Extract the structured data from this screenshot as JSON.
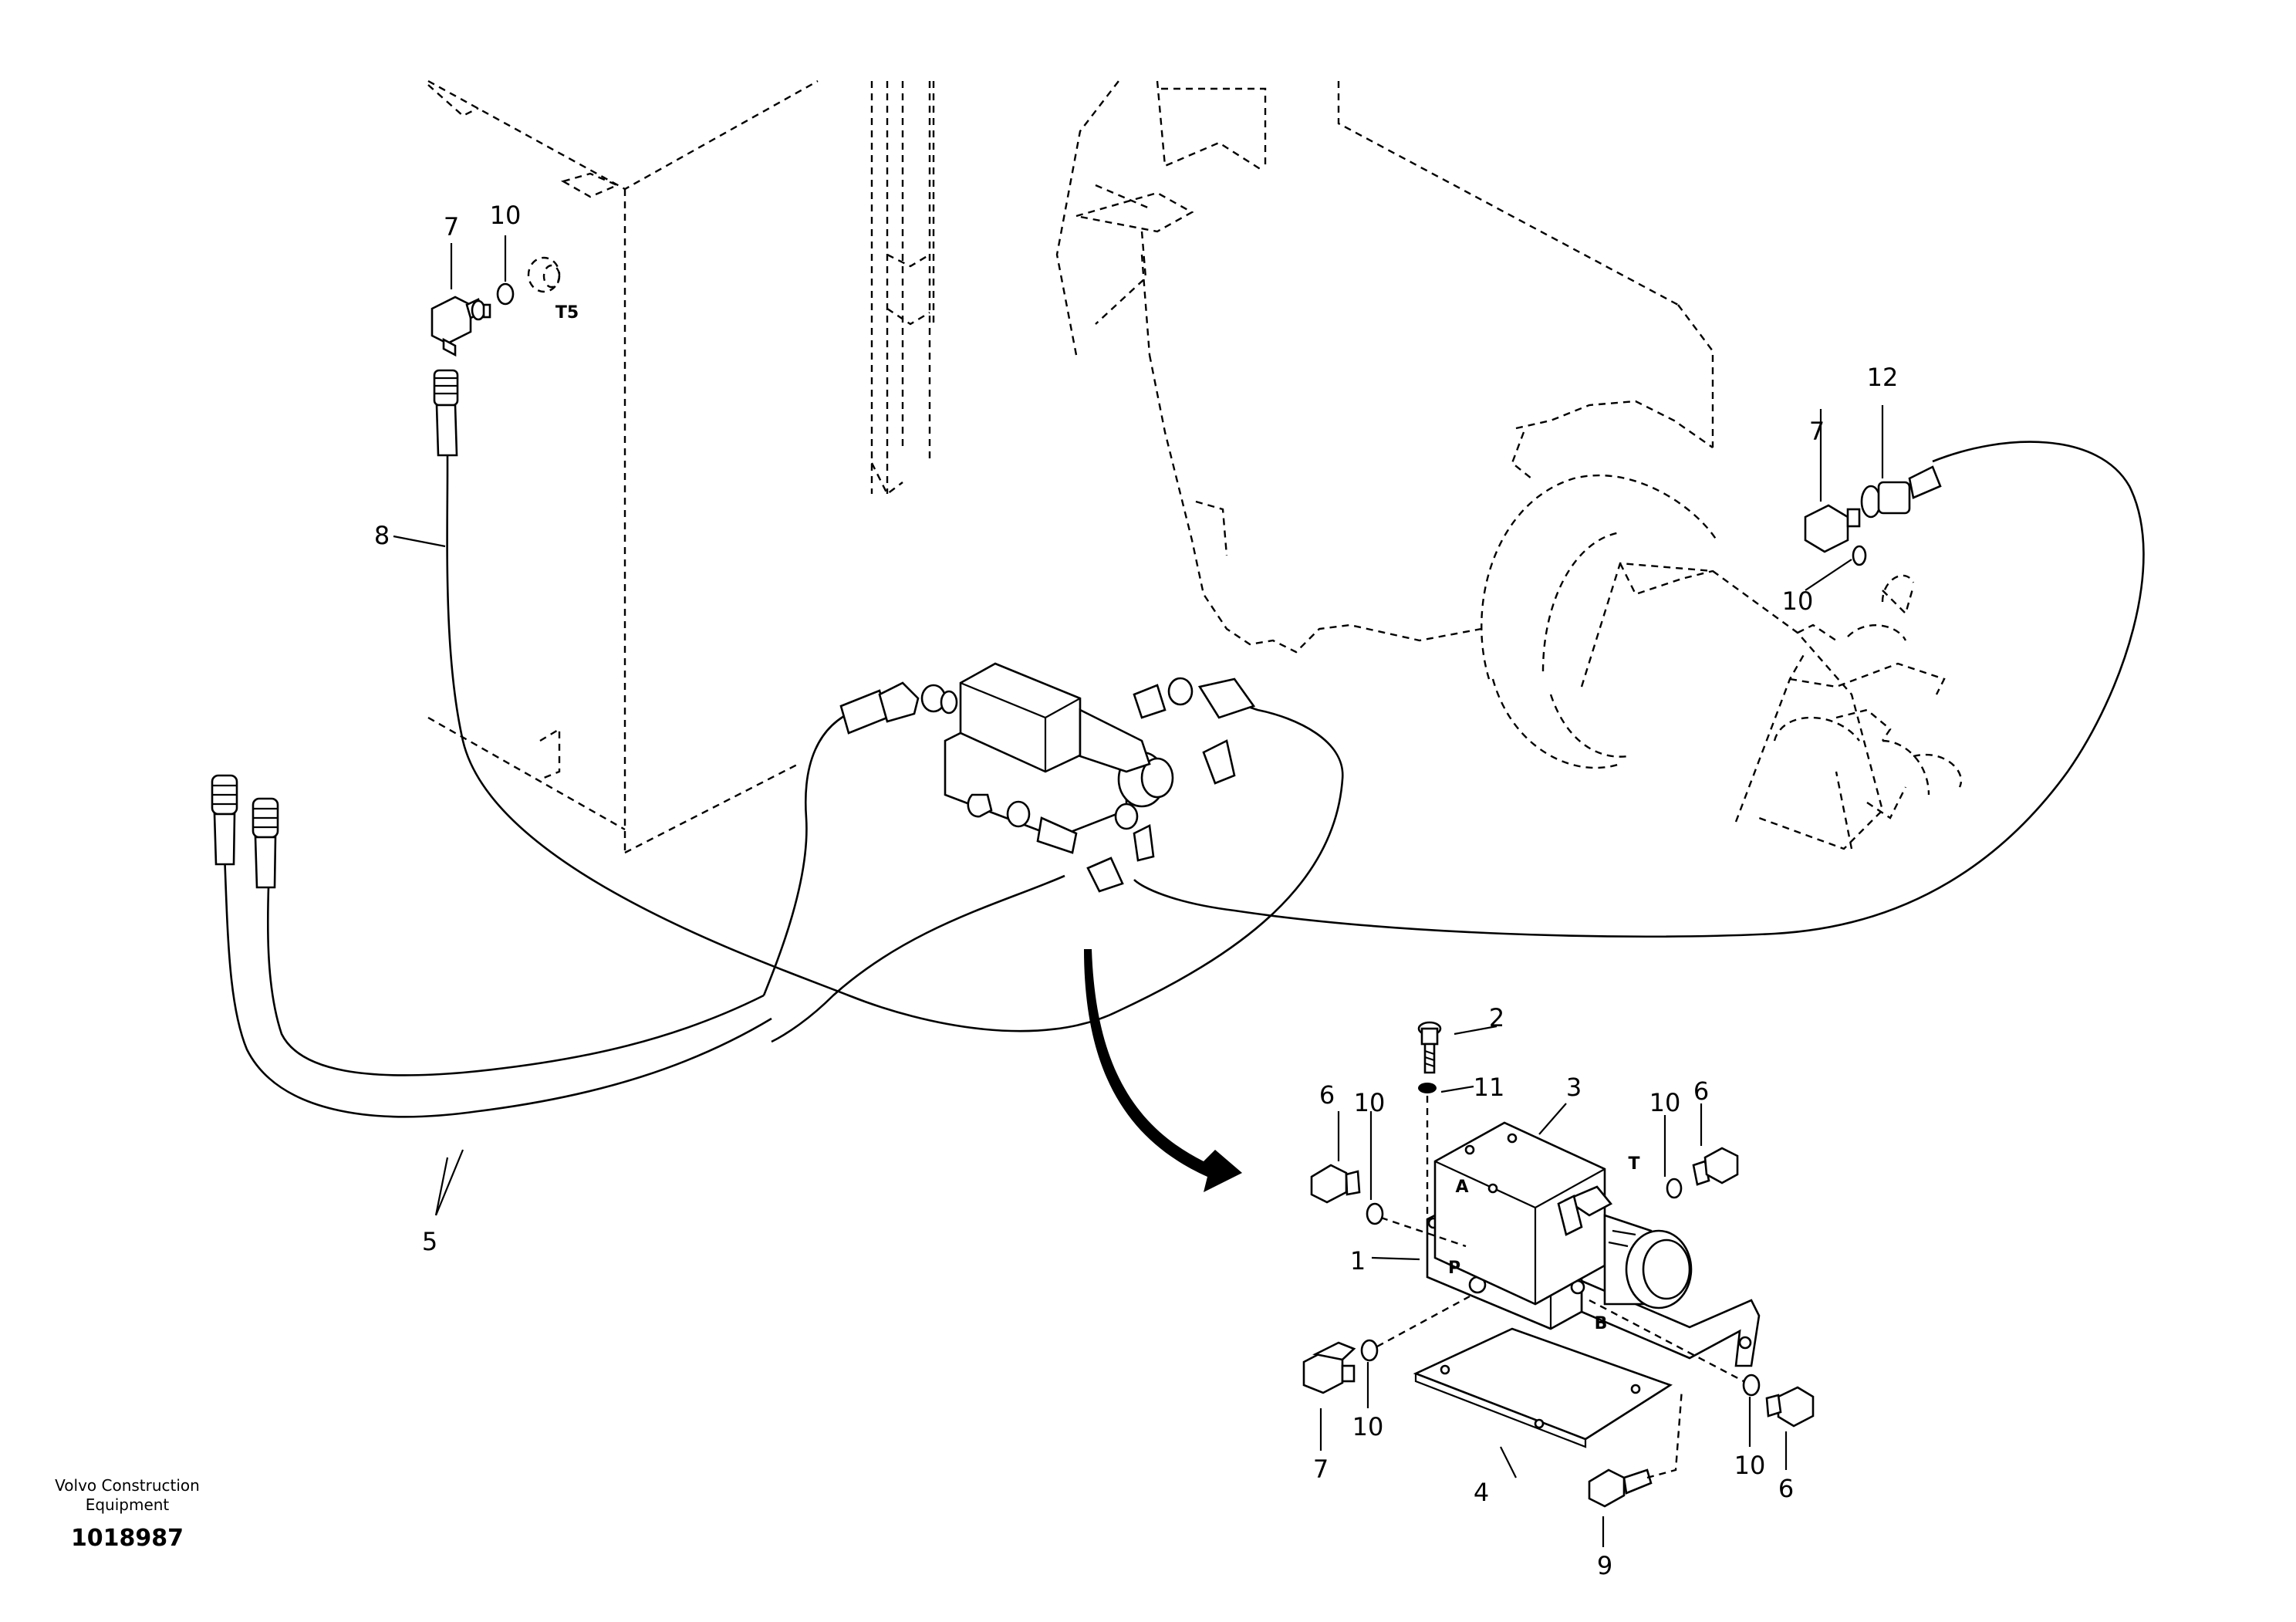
{
  "diagram": {
    "brand_line1": "Volvo Construction",
    "brand_line2": "Equipment",
    "doc_number": "1018987",
    "callouts": {
      "c1": "1",
      "c2": "2",
      "c3": "3",
      "c4": "4",
      "c5": "5",
      "c6a": "6",
      "c6b": "6",
      "c6c": "6",
      "c7a": "7",
      "c7b": "7",
      "c7c": "7",
      "c8": "8",
      "c9": "9",
      "c10a": "10",
      "c10b": "10",
      "c10c": "10",
      "c10d": "10",
      "c10e": "10",
      "c10f": "10",
      "c11": "11",
      "c12": "12"
    },
    "ports": {
      "t5": "T5",
      "a": "A",
      "t": "T",
      "p": "P",
      "b": "B"
    }
  }
}
